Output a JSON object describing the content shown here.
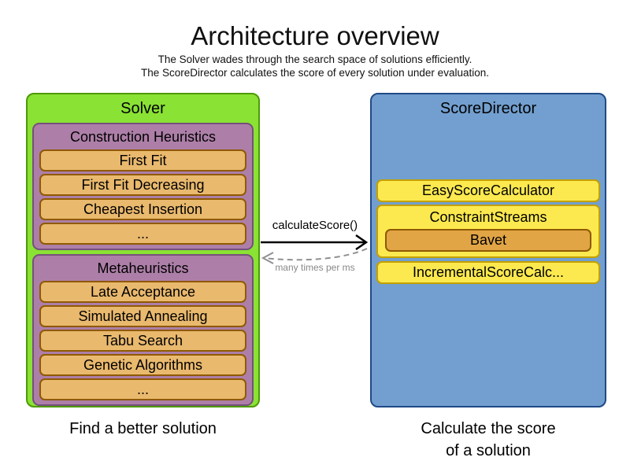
{
  "title": "Architecture overview",
  "subtitle_line1": "The Solver wades through the search space of solutions efficiently.",
  "subtitle_line2": "The ScoreDirector calculates the score of every solution under evaluation.",
  "solver": {
    "label": "Solver",
    "caption": "Find a better solution",
    "groups": [
      {
        "label": "Construction Heuristics",
        "items": [
          "First Fit",
          "First Fit Decreasing",
          "Cheapest Insertion",
          "..."
        ]
      },
      {
        "label": "Metaheuristics",
        "items": [
          "Late Acceptance",
          "Simulated Annealing",
          "Tabu Search",
          "Genetic Algorithms",
          "..."
        ]
      }
    ]
  },
  "score_director": {
    "label": "ScoreDirector",
    "caption_line1": "Calculate the score",
    "caption_line2": "of a solution",
    "calculators": [
      {
        "label": "EasyScoreCalculator",
        "items": []
      },
      {
        "label": "ConstraintStreams",
        "items": [
          "Bavet"
        ]
      },
      {
        "label": "IncrementalScoreCalc...",
        "items": []
      }
    ]
  },
  "arrow": {
    "label": "calculateScore()",
    "sublabel": "many times per ms"
  },
  "colors": {
    "solver_fill": "#8AE234",
    "solver_border": "#4E9A06",
    "group_fill": "#AD7FA8",
    "group_border": "#75507B",
    "item_fill": "#E9B96E",
    "item_border": "#8F5902",
    "director_fill": "#729FCF",
    "director_border": "#204A87",
    "calculator_fill": "#FCE94F",
    "calculator_border": "#C4A000",
    "bavet_fill": "#E1A546",
    "arrow_solid": "#000000",
    "arrow_dashed": "#909090"
  }
}
